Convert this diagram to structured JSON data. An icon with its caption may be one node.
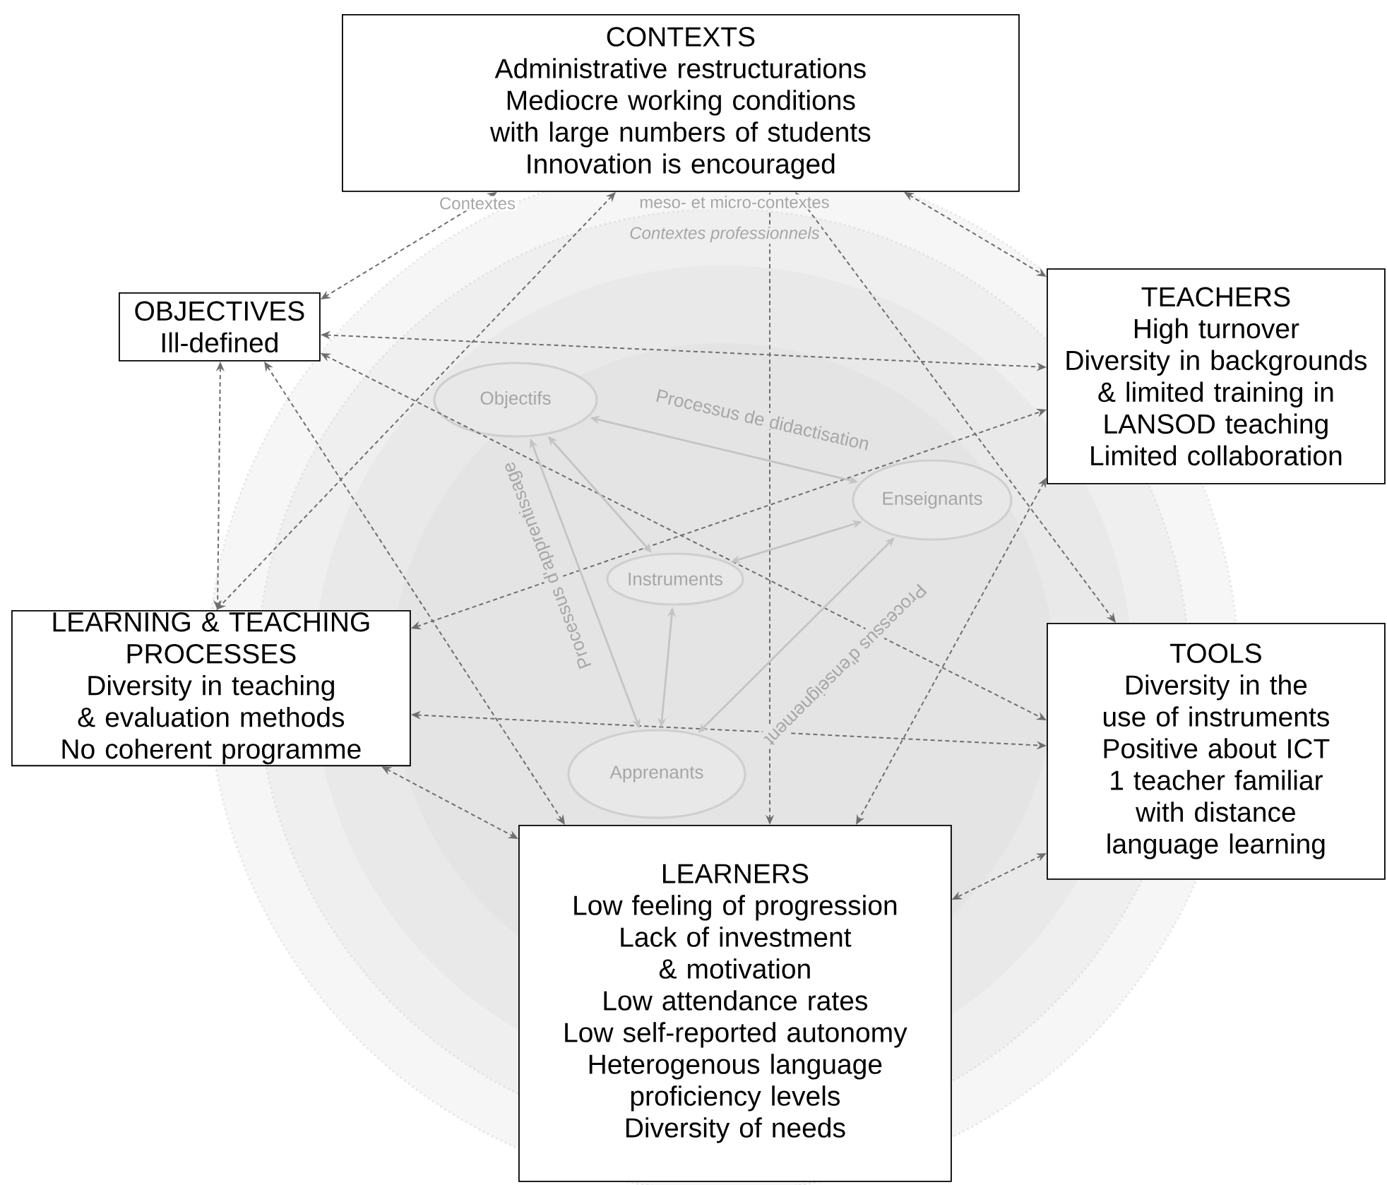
{
  "diagram": {
    "nodes": [
      {
        "text": [
          "CONTEXTS",
          "Administrative restructurations",
          "Mediocre working conditions with large numbers of students",
          "Innovation is encouraged"
        ]
      },
      {
        "text": [
          "OBJECTIVES",
          "Ill-defined"
        ]
      },
      {
        "text": [
          "TEACHERS",
          "High turnover",
          "Diversity in backgrounds & limited training in LANSOD teaching",
          "Limited collaboration"
        ]
      },
      {
        "text": [
          "LEARNING & TEACHING PROCESSES",
          "Diversity in teaching & evaluation methods",
          "No coherent programme"
        ]
      },
      {
        "text": [
          "TOOLS",
          "Diversity in the use of instruments",
          "Positive about ICT",
          "1 teacher familiar with distance language learning"
        ]
      },
      {
        "text": [
          "LEARNERS",
          "Low feeling of progression",
          "Lack of investment & motivation",
          "Low attendance rates",
          "Low self-reported autonomy",
          "Heterogenous language proficiency levels",
          "Diversity of needs"
        ]
      },
      {
        "text": [
          "Objectifs"
        ]
      },
      {
        "text": [
          "Enseignants"
        ]
      },
      {
        "text": [
          "Instruments"
        ]
      },
      {
        "text": [
          "Apprenants"
        ]
      }
    ],
    "edges": [
      {
        "from": 0,
        "to": 1,
        "arrow": "both",
        "style": "dashed"
      },
      {
        "from": 0,
        "to": 3,
        "arrow": "both",
        "style": "dashed"
      },
      {
        "from": 0,
        "to": 5,
        "arrow": "both",
        "style": "dashed"
      },
      {
        "from": 0,
        "to": 4,
        "arrow": "both",
        "style": "dashed"
      },
      {
        "from": 0,
        "to": 2,
        "arrow": "both",
        "style": "dashed"
      },
      {
        "from": 1,
        "to": 2,
        "arrow": "both",
        "style": "dashed"
      },
      {
        "from": 1,
        "to": 4,
        "arrow": "both",
        "style": "dashed"
      },
      {
        "from": 1,
        "to": 5,
        "arrow": "both",
        "style": "dashed"
      },
      {
        "from": 1,
        "to": 3,
        "arrow": "both",
        "style": "dashed"
      },
      {
        "from": 3,
        "to": 2,
        "arrow": "both",
        "style": "dashed"
      },
      {
        "from": 3,
        "to": 4,
        "arrow": "both",
        "style": "dashed"
      },
      {
        "from": 3,
        "to": 5,
        "arrow": "both",
        "style": "dashed"
      },
      {
        "from": 2,
        "to": 5,
        "arrow": "both",
        "style": "dashed"
      },
      {
        "from": 4,
        "to": 5,
        "arrow": "both",
        "style": "dashed"
      },
      {
        "from": 6,
        "to": 7,
        "arrow": "both",
        "label": "Processus de didactisation",
        "color": "#c4c4c4"
      },
      {
        "from": 6,
        "to": 8,
        "arrow": "both",
        "color": "#c4c4c4"
      },
      {
        "from": 6,
        "to": 9,
        "arrow": "both",
        "label": "Processus d'apprentissage",
        "color": "#c4c4c4"
      },
      {
        "from": 8,
        "to": 7,
        "arrow": "both",
        "color": "#c4c4c4"
      },
      {
        "from": 8,
        "to": 9,
        "arrow": "both",
        "color": "#c4c4c4"
      },
      {
        "from": 7,
        "to": 9,
        "arrow": "both",
        "label": "Processus d'enseignement",
        "color": "#c4c4c4"
      }
    ],
    "labels": [
      "Contextes",
      "meso- et micro-contextes",
      "Contextes professionnels"
    ]
  }
}
